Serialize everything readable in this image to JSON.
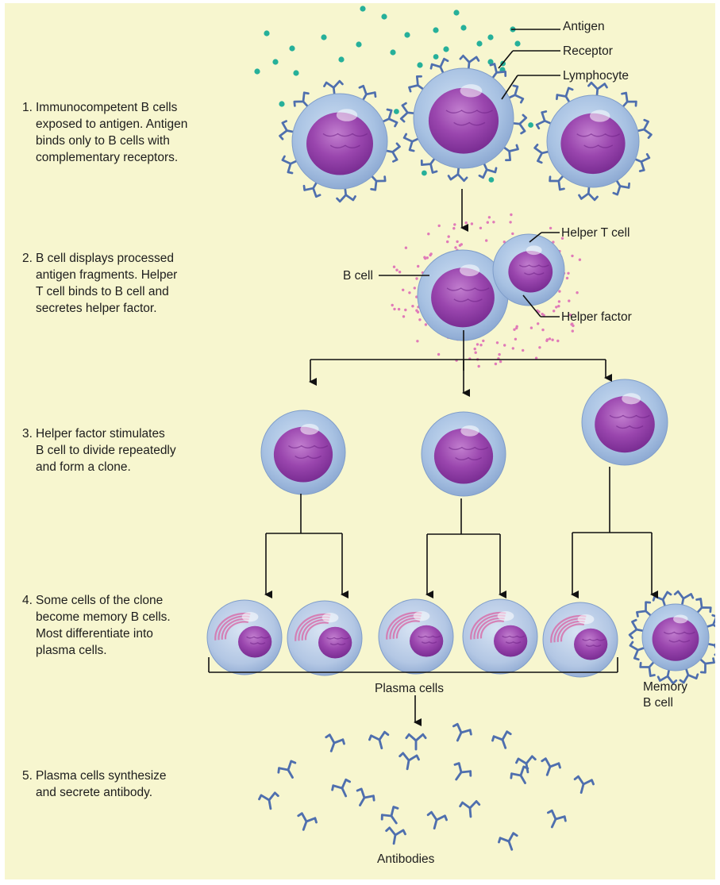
{
  "steps": [
    {
      "number": "1.",
      "text": "Immunocompetent B cells\nexposed to antigen. Antigen\nbinds only to B cells with\ncomplementary receptors."
    },
    {
      "number": "2.",
      "text": "B cell displays processed\nantigen fragments. Helper\nT cell binds to B cell and\nsecretes helper factor."
    },
    {
      "number": "3.",
      "text": "Helper factor stimulates\nB cell to divide repeatedly\nand form a clone."
    },
    {
      "number": "4.",
      "text": "Some cells of the clone\nbecome memory B cells.\nMost differentiate into\nplasma cells."
    },
    {
      "number": "5.",
      "text": "Plasma cells synthesize\nand secrete antibody."
    }
  ],
  "labels": {
    "antigen": "Antigen",
    "receptor": "Receptor",
    "lymphocyte": "Lymphocyte",
    "helper_t_cell": "Helper T cell",
    "b_cell": "B cell",
    "helper_factor": "Helper factor",
    "plasma_cells": "Plasma cells",
    "memory_b_cell": "Memory\nB cell",
    "antibodies": "Antibodies"
  },
  "colors": {
    "background": "#f7f6cf",
    "cytoplasm": "#a9c3e3",
    "nucleus": "#8f3fa5",
    "antibody": "#4f6fae",
    "antigen": "#26b09a",
    "helper_factor": "#e07ab8"
  }
}
